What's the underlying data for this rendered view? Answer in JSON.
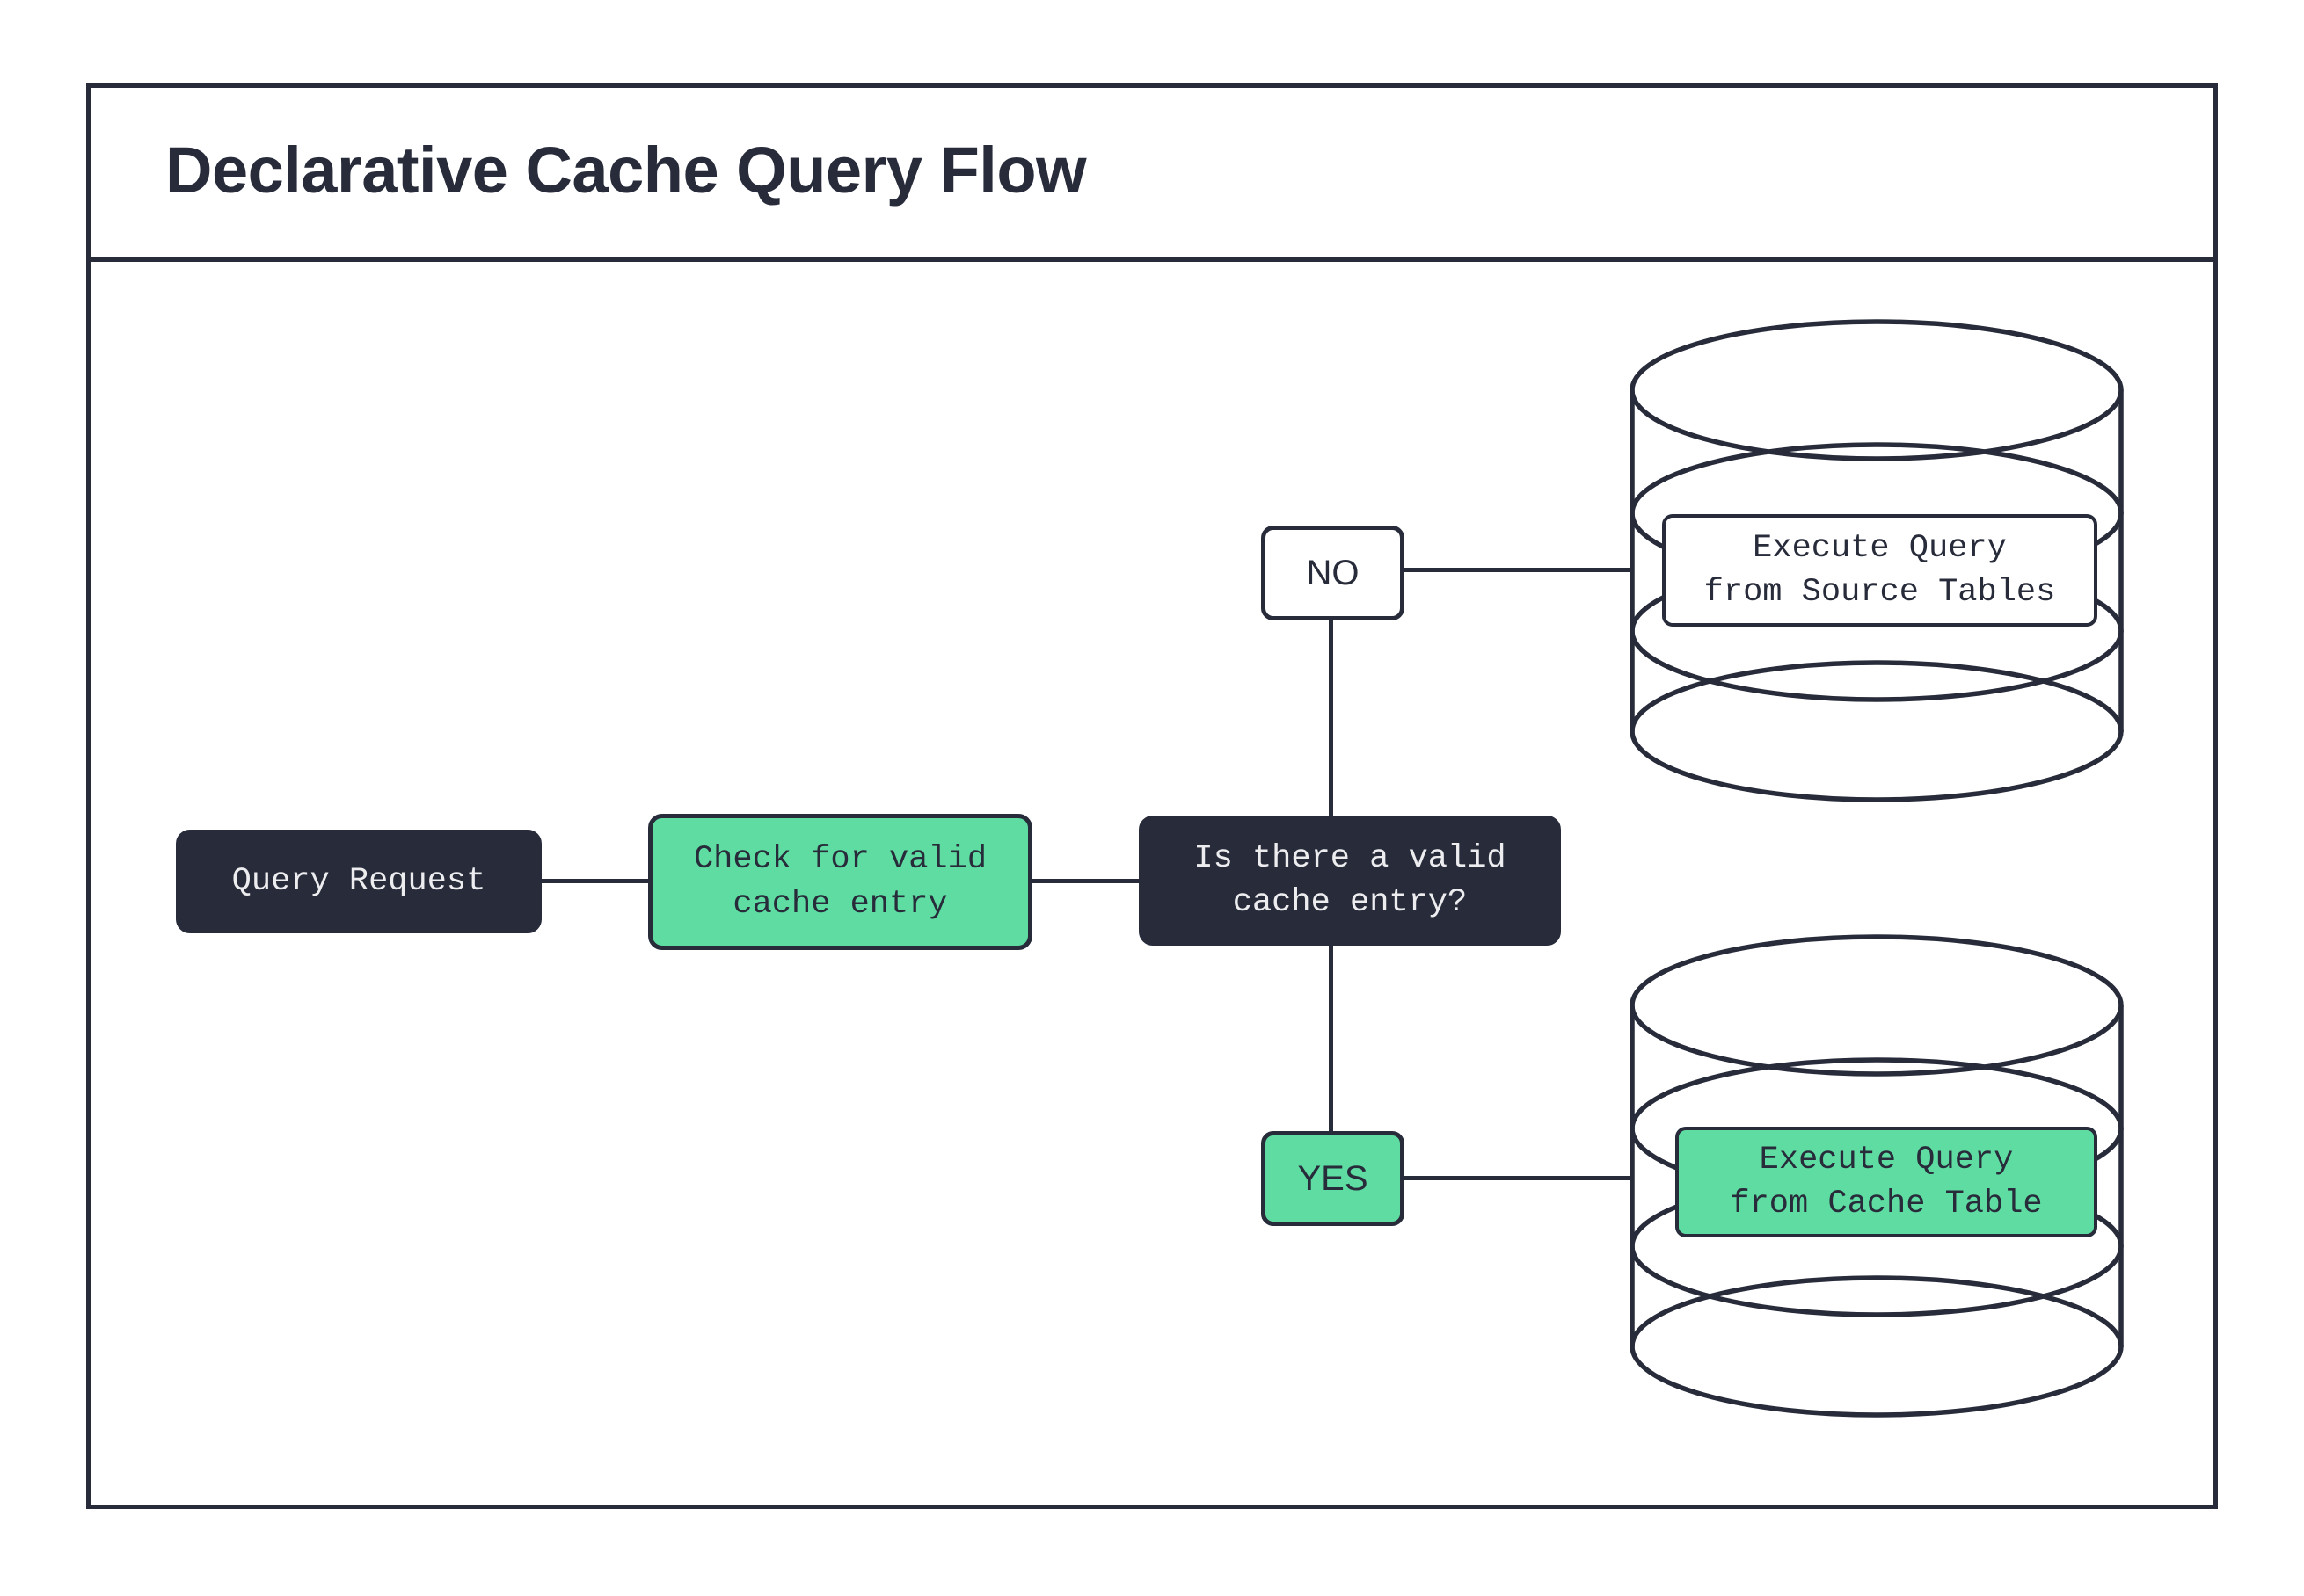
{
  "diagram": {
    "title": "Declarative Cache Query Flow",
    "type": "flowchart",
    "colors": {
      "ink": "#272B3A",
      "accent_green": "#5FDCA2",
      "surface": "#FFFFFF",
      "dark_text": "#EDEDF0"
    },
    "nodes": [
      {
        "id": "query-request",
        "label": "Query Request",
        "shape": "rounded-rect",
        "style": "dark"
      },
      {
        "id": "check-cache",
        "label": "Check for valid\ncache entry",
        "shape": "rounded-rect",
        "style": "green"
      },
      {
        "id": "decision",
        "label": "Is there a valid\ncache entry?",
        "shape": "rounded-rect",
        "style": "dark"
      },
      {
        "id": "source-db",
        "label": "Execute Query\nfrom Source Tables",
        "shape": "cylinder",
        "style": "white"
      },
      {
        "id": "cache-db",
        "label": "Execute Query\nfrom Cache Table",
        "shape": "cylinder",
        "style": "green"
      }
    ],
    "branch_labels": [
      {
        "id": "no",
        "label": "NO",
        "style": "white",
        "target": "source-db"
      },
      {
        "id": "yes",
        "label": "YES",
        "style": "green",
        "target": "cache-db"
      }
    ],
    "edges": [
      {
        "from": "query-request",
        "to": "check-cache",
        "label": ""
      },
      {
        "from": "check-cache",
        "to": "decision",
        "label": ""
      },
      {
        "from": "decision",
        "to": "source-db",
        "label": "NO"
      },
      {
        "from": "decision",
        "to": "cache-db",
        "label": "YES"
      }
    ]
  }
}
